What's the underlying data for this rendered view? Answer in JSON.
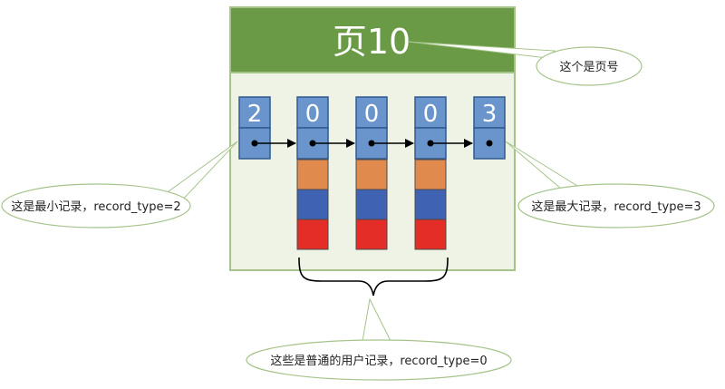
{
  "page": {
    "title": "页10",
    "colors": {
      "header_fill": "#6a9a45",
      "body_fill": "#eef3e6",
      "border": "#a6c48a",
      "record_blue": "#6a95cc",
      "record_border": "#2f5a8f",
      "orange": "#e08a4e",
      "blue": "#3f62b3",
      "red": "#e52d27"
    }
  },
  "records": [
    {
      "label": "2",
      "kind": "infimum"
    },
    {
      "label": "0",
      "kind": "user"
    },
    {
      "label": "0",
      "kind": "user"
    },
    {
      "label": "0",
      "kind": "user"
    },
    {
      "label": "3",
      "kind": "supremum"
    }
  ],
  "callouts": {
    "page_number": "这个是页号",
    "min_record": "这是最小记录，record_type=2",
    "max_record": "这是最大记录，record_type=3",
    "user_records": "这些是普通的用户记录，record_type=0"
  }
}
